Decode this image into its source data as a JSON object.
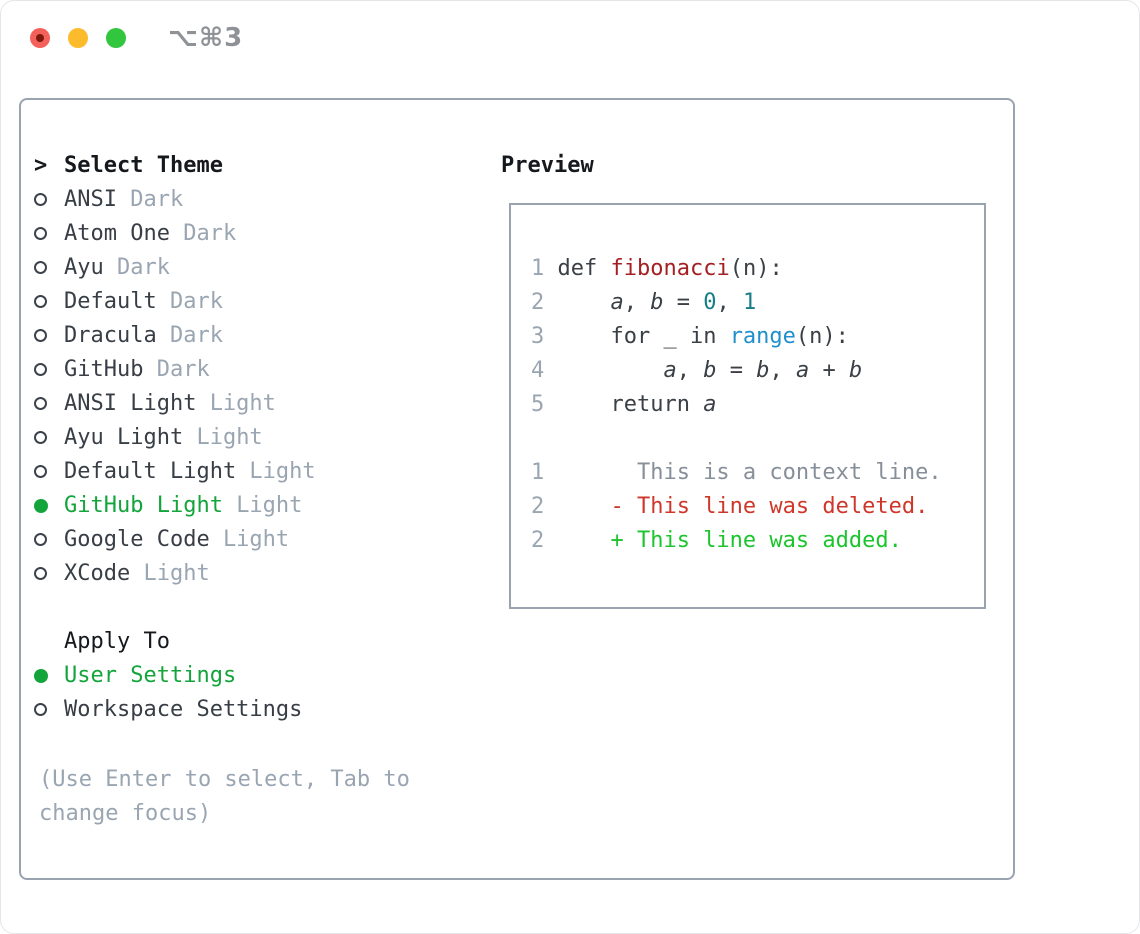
{
  "window": {
    "shortcut": "⌥⌘3"
  },
  "left": {
    "cursor": ">",
    "title": "Select Theme",
    "themes": [
      {
        "name": "ANSI",
        "variant": "Dark",
        "selected": false
      },
      {
        "name": "Atom One",
        "variant": "Dark",
        "selected": false
      },
      {
        "name": "Ayu",
        "variant": "Dark",
        "selected": false
      },
      {
        "name": "Default",
        "variant": "Dark",
        "selected": false
      },
      {
        "name": "Dracula",
        "variant": "Dark",
        "selected": false
      },
      {
        "name": "GitHub",
        "variant": "Dark",
        "selected": false
      },
      {
        "name": "ANSI Light",
        "variant": "Light",
        "selected": false
      },
      {
        "name": "Ayu Light",
        "variant": "Light",
        "selected": false
      },
      {
        "name": "Default Light",
        "variant": "Light",
        "selected": false
      },
      {
        "name": "GitHub Light",
        "variant": "Light",
        "selected": true
      },
      {
        "name": "Google Code",
        "variant": "Light",
        "selected": false
      },
      {
        "name": "XCode",
        "variant": "Light",
        "selected": false
      }
    ],
    "apply_to": {
      "title": "Apply To",
      "options": [
        {
          "label": "User Settings",
          "selected": true
        },
        {
          "label": "Workspace Settings",
          "selected": false
        }
      ]
    },
    "hint": "(Use Enter to select, Tab to change focus)"
  },
  "preview": {
    "title": "Preview",
    "code_lines": [
      {
        "num": "1",
        "tokens": [
          {
            "t": " def "
          },
          {
            "t": "fibonacci"
          },
          {
            "t": "(n):"
          }
        ]
      },
      {
        "num": "2",
        "tokens": [
          {
            "t": "     "
          },
          {
            "t": "a"
          },
          {
            "t": ", "
          },
          {
            "t": "b"
          },
          {
            "t": " = "
          },
          {
            "t": "0"
          },
          {
            "t": ", "
          },
          {
            "t": "1"
          }
        ]
      },
      {
        "num": "3",
        "tokens": [
          {
            "t": "     for _ in "
          },
          {
            "t": "range"
          },
          {
            "t": "(n):"
          }
        ]
      },
      {
        "num": "4",
        "tokens": [
          {
            "t": "         "
          },
          {
            "t": "a"
          },
          {
            "t": ", "
          },
          {
            "t": "b"
          },
          {
            "t": " = "
          },
          {
            "t": "b"
          },
          {
            "t": ", "
          },
          {
            "t": "a"
          },
          {
            "t": " + "
          },
          {
            "t": "b"
          }
        ]
      },
      {
        "num": "5",
        "tokens": [
          {
            "t": "     return "
          },
          {
            "t": "a"
          }
        ]
      }
    ],
    "diff_lines": [
      {
        "num": "1",
        "text": "       This is a context line.",
        "kind": "context"
      },
      {
        "num": "2",
        "text": "     - This line was deleted.",
        "kind": "deleted"
      },
      {
        "num": "2",
        "text": "     + This line was added.",
        "kind": "added"
      }
    ]
  },
  "colors": {
    "panel_border": "#9aa4b1",
    "selected_green": "#13a53c",
    "muted_gray": "#9aa5b2",
    "function_red": "#a41f22",
    "number_teal": "#177e87",
    "call_blue": "#2090cd",
    "diff_deleted_red": "#cf372b",
    "diff_added_green": "#1cc42d",
    "traffic_red": "#f4605a",
    "traffic_yellow": "#fcbb2d",
    "traffic_green": "#32c63e"
  }
}
